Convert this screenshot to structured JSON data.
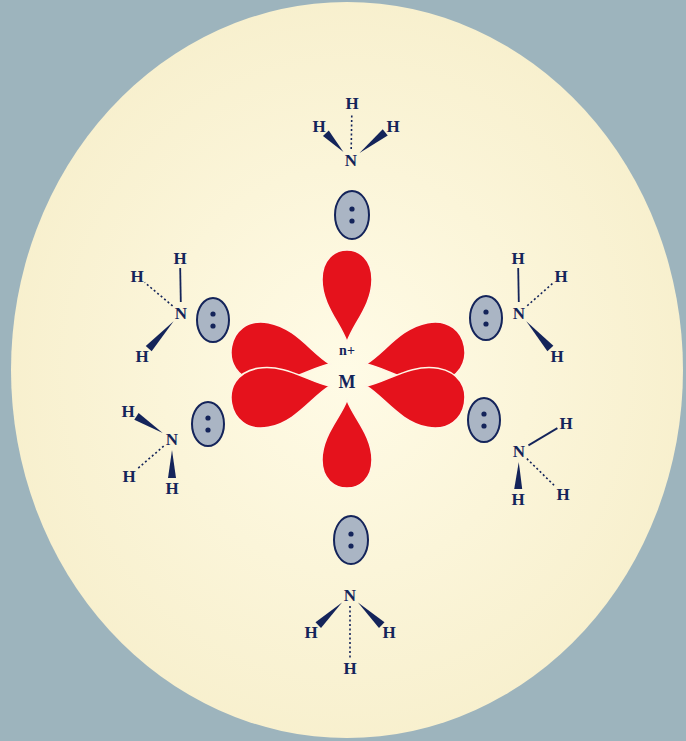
{
  "diagram": {
    "labels": [
      "n+",
      "M",
      "N",
      "H",
      "H",
      "H",
      "N",
      "H",
      "H",
      "H",
      "N",
      "H",
      "H",
      "H",
      "N",
      "H",
      "H",
      "H",
      "N",
      "H",
      "H",
      "H",
      "N",
      "H",
      "H",
      "H"
    ]
  }
}
